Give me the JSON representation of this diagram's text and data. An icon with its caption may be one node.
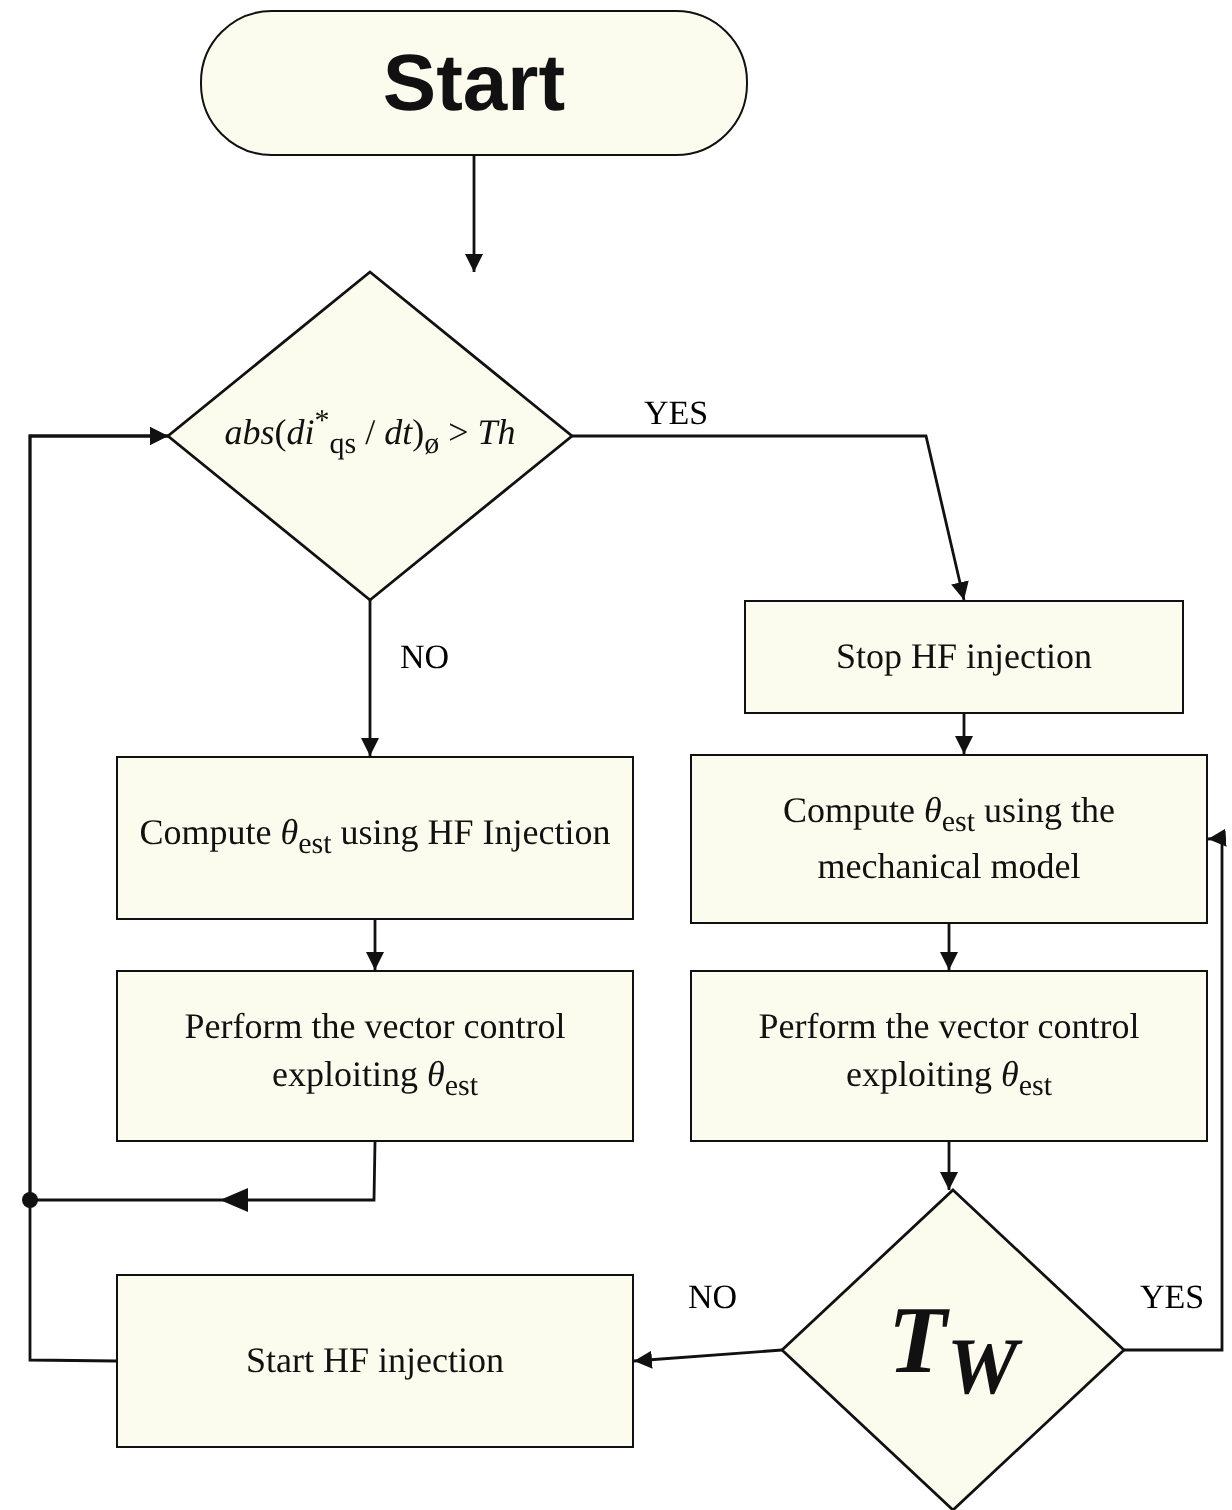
{
  "diagram": {
    "nodes": [
      {
        "text": [
          "Start"
        ]
      },
      {
        "text": [
          "*abs*(*di*$^{*}$$_{qs}$ / *dt*)$_{ø}$ > *Th*"
        ]
      },
      {
        "text": [
          "Compute *θ*$_{est}$ using HF Injection"
        ]
      },
      {
        "text": [
          "Perform the vector control exploiting *θ*$_{est}$"
        ]
      },
      {
        "text": [
          "Stop HF injection"
        ]
      },
      {
        "text": [
          "Compute *θ*$_{est}$ using the mechanical model"
        ]
      },
      {
        "text": [
          "Perform the vector control exploiting *θ*$_{est}$"
        ]
      },
      {
        "text": [
          "T$_{W}$"
        ]
      },
      {
        "text": [
          "Start HF injection"
        ]
      }
    ],
    "edges": [
      {
        "from": 0,
        "to": 1,
        "arrow": "to"
      },
      {
        "from": 1,
        "to": 4,
        "arrow": "to",
        "label": "YES"
      },
      {
        "from": 1,
        "to": 2,
        "arrow": "to",
        "label": "NO"
      },
      {
        "from": 2,
        "to": 3,
        "arrow": "to"
      },
      {
        "from": 4,
        "to": 5,
        "arrow": "to"
      },
      {
        "from": 5,
        "to": 6,
        "arrow": "to"
      },
      {
        "from": 6,
        "to": 7,
        "arrow": "to"
      },
      {
        "from": 3,
        "to": 1,
        "arrow": "to"
      },
      {
        "from": 7,
        "to": 8,
        "arrow": "to",
        "label": "NO"
      },
      {
        "from": 8,
        "to": 1,
        "arrow": "to"
      },
      {
        "from": 7,
        "to": 5,
        "arrow": "to",
        "label": "YES"
      }
    ]
  }
}
